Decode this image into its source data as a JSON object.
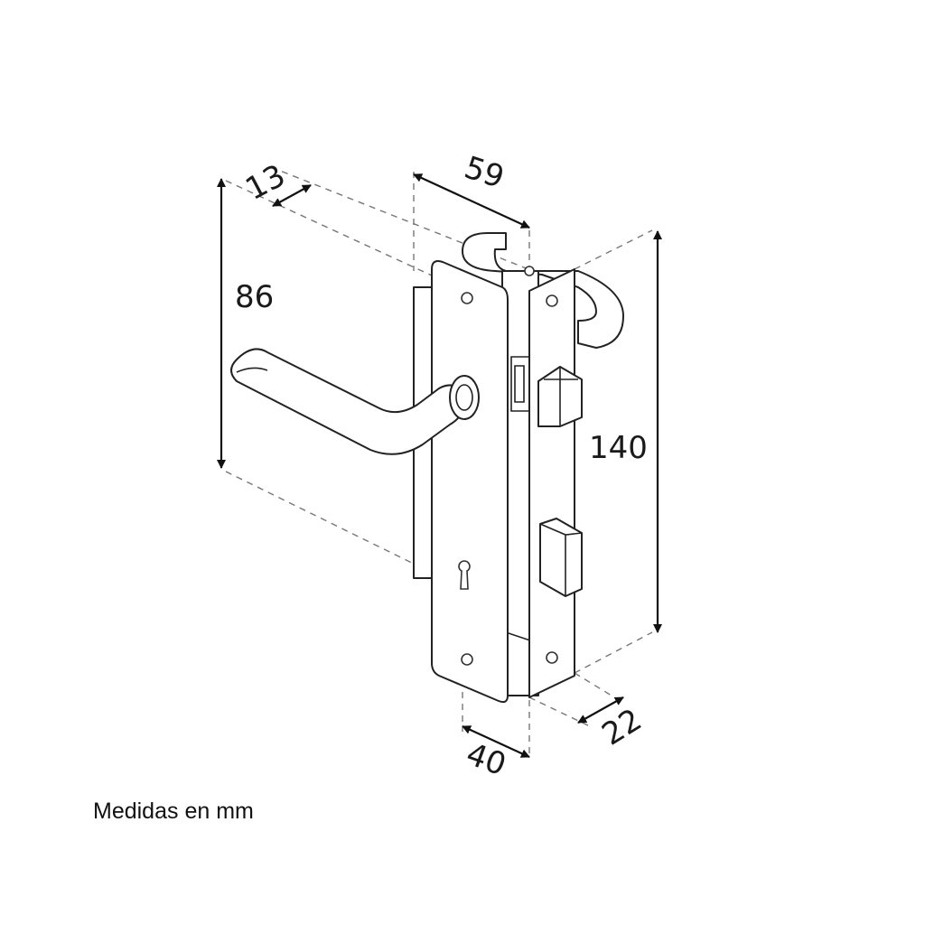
{
  "dimensions": {
    "handle_offset": "13",
    "handle_height": "86",
    "mortise_depth": "59",
    "faceplate_height": "140",
    "backset": "40",
    "faceplate_width": "22"
  },
  "caption": "Medidas en mm",
  "colors": {
    "line": "#111111",
    "dashed": "#777777",
    "background": "#ffffff"
  }
}
